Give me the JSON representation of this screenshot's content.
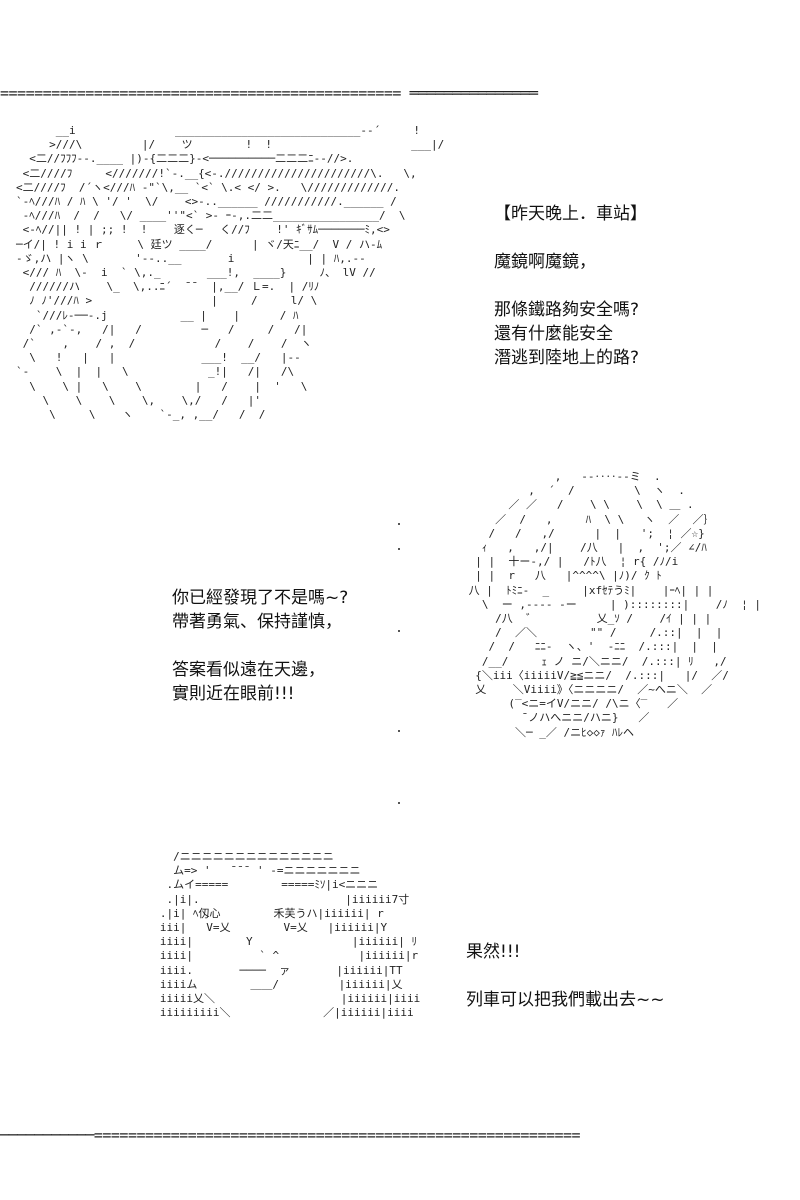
{
  "dividers": {
    "top": "=============================================== ═══════════════",
    "bottom": "───────────========================================================="
  },
  "scene": {
    "caption": "【昨天晚上．車站】",
    "lines": [
      "魔鏡啊魔鏡，",
      "那條鐵路夠安全嗎?",
      "還有什麼能安全",
      "潛逃到陸地上的路?"
    ]
  },
  "mirror_reply": {
    "lines": [
      "你已經發現了不是嗎~?",
      "帶著勇氣、保持謹慎，",
      "答案看似遠在天邊，",
      "實則近在眼前!!!"
    ]
  },
  "conclusion": {
    "lines": [
      "果然!!!",
      "列車可以把我們載出去~~"
    ]
  },
  "ascii_art": {
    "top_character": "      __i               ____________________________-‐´     !\n     >///\\         |/    ツ        !  !                     ___|/\n  <二//ﾌﾌﾌ‐‐.____ |)‐{二二二}‐<──────────二二二ﾆ‐‐//>.\n <二////ﾌ     <///////!`‐.__{<‐.//////////////////////\\.   \\,\n<二////ﾌ  /´ヽ<///ﾊ ‐\"`\\,__ `<` \\.< </ >.   \\/////////////.\n`‐ﾍ///ﾊ / ﾊ \\ '/ '  \\/    <>‐..______ ///////////.______ /\n ‐ﾍ///ﾊ  /  /   \\/ ____''\"<` >‐ ｰ-,.二二________________/  \\\n <‐ﾍ//|| ! | ;; !  !    逐く─　 く//ﾌ    !' ｷﾞｻﾑ───────ﾐ,<>\n─イ/| ! i i ｒ     \\ 廷ツ ____/      | ヾ/天ﾆ__/  V / ハ-ﾑ\n‐ゞ,ハ |ヽ \\       '‐-..__       i           | | ﾊ,.-‐\n </// ﾊ  \\-  i  ` \\,._       ___!,  ____}     ﾉ、 lV //\n  //////ハ    \\_  \\,..ﾆ´  ̄ ̄   |,__/ Ｌ=.  | /ﾘﾉ\n  ﾉ ﾉ'///ﾊ >                  |     /     l/ \\\n   `///ﾚ-──-.j           __ |    |      / ﾊ\n  /` ,-`‐,   /|   /         ─   /     /   /|\n /`    ,    / ,  /            /    /    /  ヽ\n  \\   !   |   |             ___!  __/   |‐-\n`‐    \\  |  |   \\            _!|   /|   /\\\n  \\    \\ |   \\    \\        |   /    |  '   \\\n    \\    \\    \\    \\,    \\,/   /   |'\n     \\     \\    ヽ    `‐_, ,__/   /  /",
    "mirror_figure": "              ,   ‐-‥‥--ミ  .\n          ,  ´  /         \\  ヽ  .\n       ／ ／   /    \\ \\    \\  \\ ＿ .\n     ／  /   ,     ﾊ  \\ \\   ヽ  ／  ／｝\n    /   /   ,/      |  |   ';  ¦ ／☆}\n   ｨ   ,   ,/|    /八   |  ,  ';／ ∠/ﾊ\n  | |  十ー-,/ |   /ﾄ八  ¦ r{ /ﾉ/i\n  | |  r   八   |^^^^\\ |ﾉ)/ ｸ ﾄ\n 八 |  ﾄﾐﾆ-  _     |xfｾﾃうﾐ|    |ｰﾍ| | |\n   \\  ー ,-‐‐‐ ‐ー     | )::::::::|    /ﾉ  ¦ |\n     /八  ゛         乂_ｿ /    /ｲ | | |\n     /  ／＼        \"\" /     /.::|  |  |\n    /  /   ﾆﾆ-  ヽ、'  -ﾆﾆ  /.:::|  |  |\n   /__/     ｪ ノ ニ/＼ニニ/  /.:::| ﾘ   ,/\n  {＼iii〈iiiiiV/≧≦ニニ/  /.:::|   |/  ／/\n  乂    ＼Viiii》〈ニニニニ/  ／~へニ＼  ／\n       (‾<ニ=イV/ニニ/ /\\ニ〈‾   ／\n         ̄ ノハへニニ/ハニ}   ／\n        ＼─ _／ /ニﾋ◇◇ｧ ﾊﾚヘ",
    "third_character": "     /ニニニニニニニニニニニニニニ\n     ム=> '   ̄ ̄ ̄  ' -=ニニニニニニニ\n    .ムイ=====        =====ﾐｿ|i<ニニニ\n    .|i|.                      |iiiiii7寸\n   .|i| ﾍ仭心        禾芙うハ|iiiiii| r\n   iii|   V=乂        V=乂   |iiiiii|Y\n   iiii|        Y               |iiiiii| ﾘ\n   iiii|          ` ^            |iiiiii|r\n   iiii.       ────  ァ       |iiiiii|TT\n   iiiiム        ＿＿/         |iiiiii|乂\n   iiiii乂＼                   |iiiiii|iiii\n   iiiiiiiii＼              ／|iiiiii|iiii"
  }
}
